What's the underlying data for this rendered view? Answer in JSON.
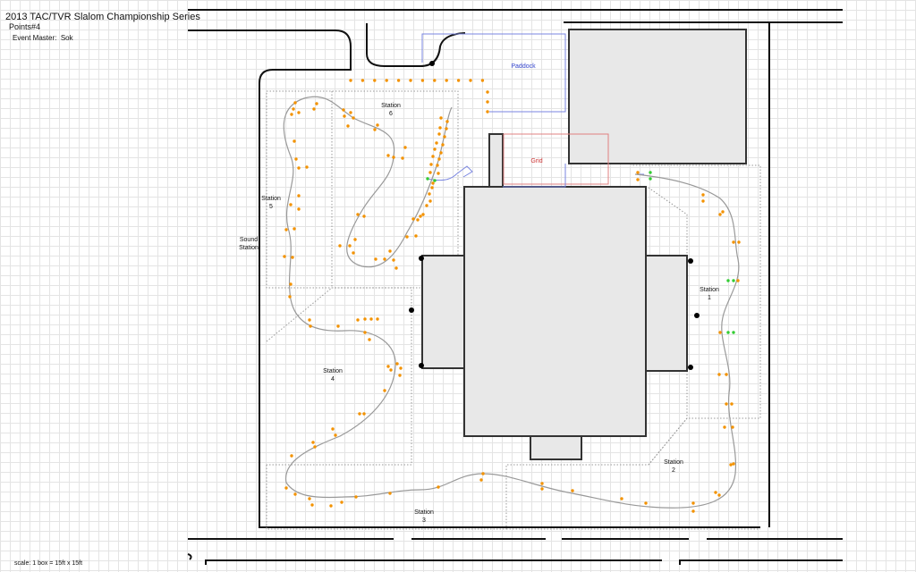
{
  "header": {
    "title": "2013 TAC/TVR Slalom Championship Series",
    "event": "Points#4",
    "event_master_label": "Event Master:",
    "event_master": "Sok"
  },
  "footer": {
    "scale": "scale:  1 box = 15ft x 15ft"
  },
  "areas": {
    "paddock": "Paddock",
    "grid": "Grid"
  },
  "stations": [
    {
      "name": "Station",
      "number": "1"
    },
    {
      "name": "Station",
      "number": "2"
    },
    {
      "name": "Station",
      "number": "3"
    },
    {
      "name": "Station",
      "number": "4"
    },
    {
      "name": "Station",
      "number": "5"
    },
    {
      "name": "Station",
      "number": "6"
    },
    {
      "name": "Sound",
      "number": "Station"
    }
  ],
  "colors": {
    "cone": "#f39200",
    "pointer": "#33cc33",
    "paddock": "#3344cc",
    "grid": "#cc3333",
    "building": "#e8e8e8"
  }
}
